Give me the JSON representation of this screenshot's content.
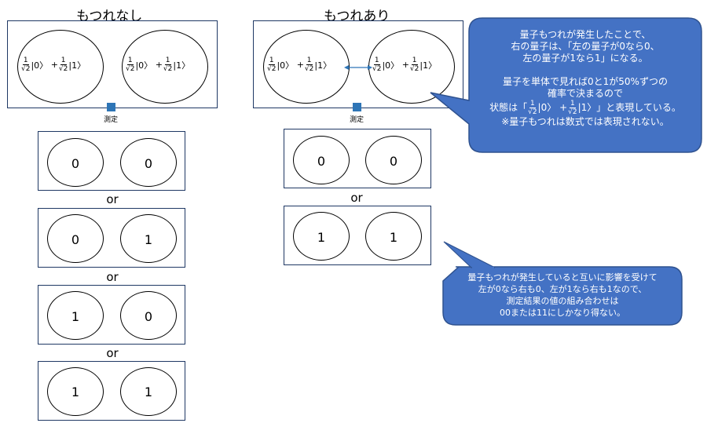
{
  "left": {
    "title": "もつれなし",
    "measure_label": "測定",
    "qubit_formula": {
      "frac_num": "1",
      "frac_den": "√2",
      "ket0": "|0〉",
      "plus": "+",
      "ket1": "|1〉"
    },
    "results": [
      [
        "0",
        "0"
      ],
      [
        "0",
        "1"
      ],
      [
        "1",
        "0"
      ],
      [
        "1",
        "1"
      ]
    ],
    "or_label": "or"
  },
  "right": {
    "title": "もつれあり",
    "measure_label": "測定",
    "results": [
      [
        "0",
        "0"
      ],
      [
        "1",
        "1"
      ]
    ],
    "or_label": "or"
  },
  "callout_top": {
    "lines": [
      "量子もつれが発生したことで、",
      "右の量子は、「左の量子が0なら0、",
      "左の量子が1なら1」になる。",
      "",
      "量子を単体で見れば0と1が50%ずつの",
      "確率で決まるので"
    ],
    "state_prefix": "状態は「",
    "state_suffix": "」と表現している。",
    "last_line": "※量子もつれは数式では表現されない。"
  },
  "callout_bottom": {
    "lines": [
      "量子もつれが発生していると互いに影響を受けて",
      "左が0なら右も0、左が1なら右も1なので、",
      "測定結果の値の組み合わせは",
      "00または11にしかなり得ない。"
    ]
  },
  "colors": {
    "callout_fill": "#4472c4",
    "callout_stroke": "#2f528f",
    "box_border": "#1f3864",
    "arrow": "#2e75b6"
  }
}
